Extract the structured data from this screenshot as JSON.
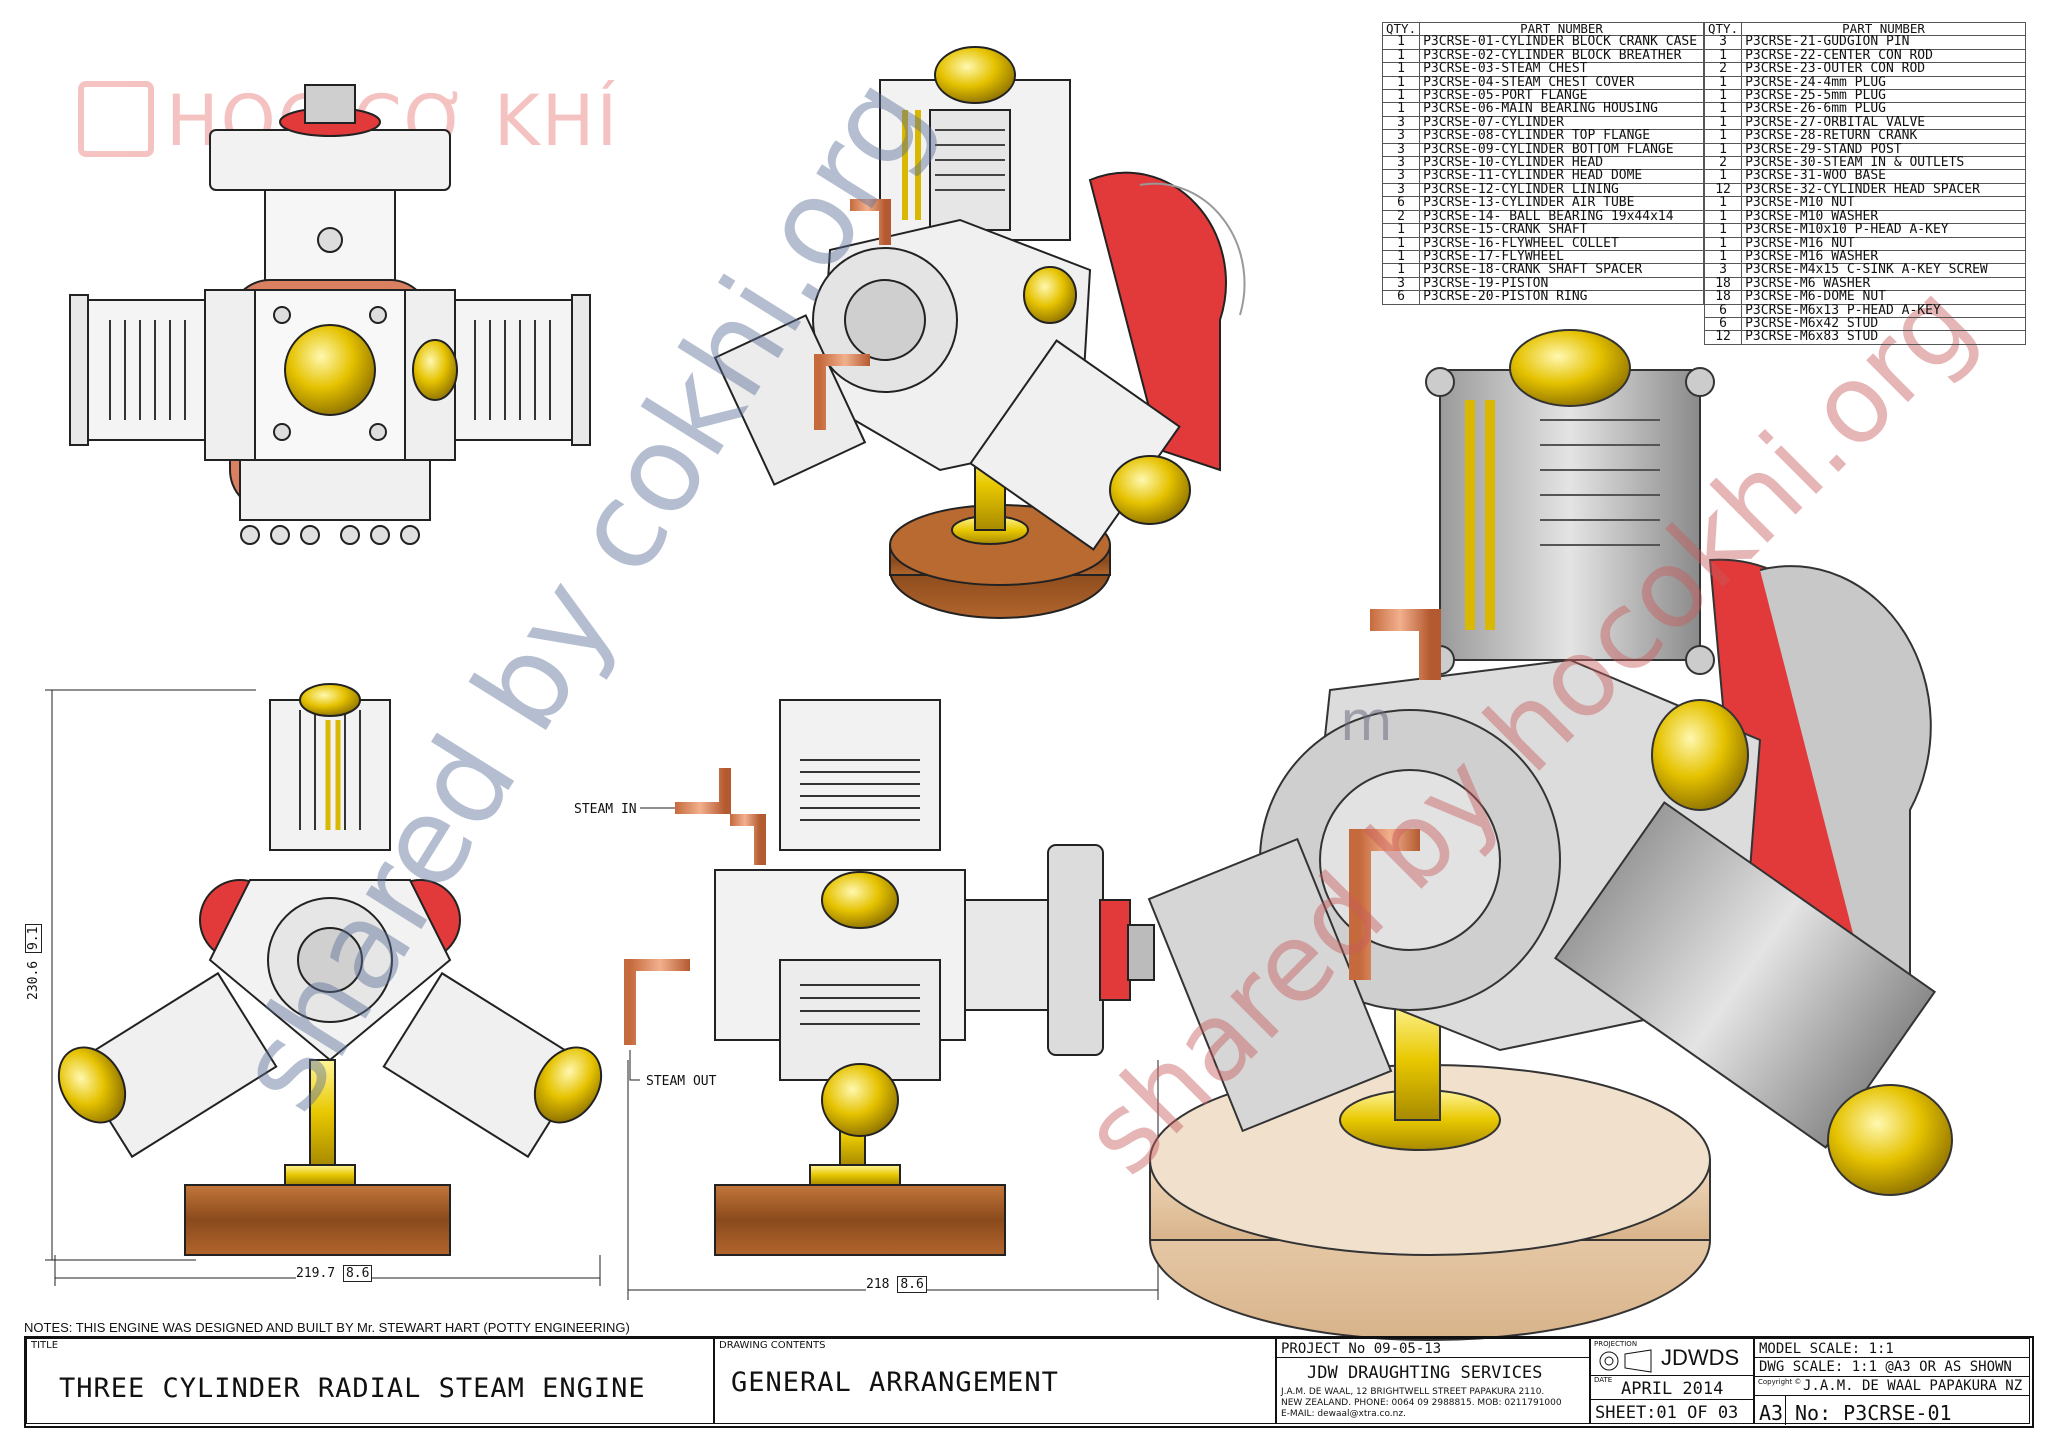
{
  "watermarks": {
    "logo": "HỌC CƠ KHÍ",
    "diagonal_1": "shared by cokhi.org",
    "diagonal_2": "shared by hocokhi.org",
    "fragment": "m"
  },
  "parts_left": {
    "headers": [
      "QTY.",
      "PART NUMBER"
    ],
    "rows": [
      [
        "1",
        "P3CRSE-01-CYLINDER BLOCK CRANK CASE"
      ],
      [
        "1",
        "P3CRSE-02-CYLINDER BLOCK BREATHER"
      ],
      [
        "1",
        "P3CRSE-03-STEAM CHEST"
      ],
      [
        "1",
        "P3CRSE-04-STEAM CHEST COVER"
      ],
      [
        "1",
        "P3CRSE-05-PORT FLANGE"
      ],
      [
        "1",
        "P3CRSE-06-MAIN BEARING HOUSING"
      ],
      [
        "3",
        "P3CRSE-07-CYLINDER"
      ],
      [
        "3",
        "P3CRSE-08-CYLINDER TOP FLANGE"
      ],
      [
        "3",
        "P3CRSE-09-CYLINDER BOTTOM FLANGE"
      ],
      [
        "3",
        "P3CRSE-10-CYLINDER HEAD"
      ],
      [
        "3",
        "P3CRSE-11-CYLINDER HEAD DOME"
      ],
      [
        "3",
        "P3CRSE-12-CYLINDER LINING"
      ],
      [
        "6",
        "P3CRSE-13-CYLINDER AIR TUBE"
      ],
      [
        "2",
        "P3CRSE-14- BALL BEARING 19x44x14"
      ],
      [
        "1",
        "P3CRSE-15-CRANK SHAFT"
      ],
      [
        "1",
        "P3CRSE-16-FLYWHEEL COLLET"
      ],
      [
        "1",
        "P3CRSE-17-FLYWHEEL"
      ],
      [
        "1",
        "P3CRSE-18-CRANK SHAFT SPACER"
      ],
      [
        "3",
        "P3CRSE-19-PISTON"
      ],
      [
        "6",
        "P3CRSE-20-PISTON RING"
      ]
    ]
  },
  "parts_right": {
    "headers": [
      "QTY.",
      "PART NUMBER"
    ],
    "rows": [
      [
        "3",
        "P3CRSE-21-GUDGION PIN"
      ],
      [
        "1",
        "P3CRSE-22-CENTER CON ROD"
      ],
      [
        "2",
        "P3CRSE-23-OUTER CON ROD"
      ],
      [
        "1",
        "P3CRSE-24-4mm PLUG"
      ],
      [
        "1",
        "P3CRSE-25-5mm PLUG"
      ],
      [
        "1",
        "P3CRSE-26-6mm PLUG"
      ],
      [
        "1",
        "P3CRSE-27-ORBITAL VALVE"
      ],
      [
        "1",
        "P3CRSE-28-RETURN CRANK"
      ],
      [
        "1",
        "P3CRSE-29-STAND POST"
      ],
      [
        "2",
        "P3CRSE-30-STEAM IN & OUTLETS"
      ],
      [
        "1",
        "P3CRSE-31-WOO BASE"
      ],
      [
        "12",
        "P3CRSE-32-CYLINDER HEAD SPACER"
      ],
      [
        "1",
        "P3CRSE-M10 NUT"
      ],
      [
        "1",
        "P3CRSE-M10 WASHER"
      ],
      [
        "1",
        "P3CRSE-M10x10 P-HEAD A-KEY"
      ],
      [
        "1",
        "P3CRSE-M16 NUT"
      ],
      [
        "1",
        "P3CRSE-M16 WASHER"
      ],
      [
        "3",
        "P3CRSE-M4x15 C-SINK A-KEY SCREW"
      ],
      [
        "18",
        "P3CRSE-M6 WASHER"
      ],
      [
        "18",
        "P3CRSE-M6-DOME NUT"
      ],
      [
        "6",
        "P3CRSE-M6x13 P-HEAD A-KEY"
      ],
      [
        "6",
        "P3CRSE-M6x42 STUD"
      ],
      [
        "12",
        "P3CRSE-M6x83 STUD"
      ]
    ]
  },
  "callouts": {
    "steam_in": "STEAM IN",
    "steam_out": "STEAM OUT"
  },
  "dimensions": {
    "height_main": "230.6",
    "height_tol": "9.1",
    "width_front": "219.7",
    "width_front_tol": "8.6",
    "width_side": "218",
    "width_side_tol": "8.6"
  },
  "notes": "NOTES: THIS ENGINE WAS DESIGNED AND BUILT BY Mr. STEWART HART (POTTY ENGINEERING)",
  "title_block": {
    "title_label": "TITLE",
    "title": "THREE CYLINDER RADIAL STEAM ENGINE",
    "contents_label": "DRAWING CONTENTS",
    "contents": "GENERAL ARRANGEMENT",
    "project_no": "PROJECT No  09-05-13",
    "company": "JDW DRAUGHTING SERVICES",
    "address_1": "J.A.M. DE WAAL, 12 BRIGHTWELL STREET PAPAKURA 2110.",
    "address_2": "NEW ZEALAND. PHONE: 0064 09 2988815. MOB: 0211791000",
    "email": "E-MAIL: dewaal@xtra.co.nz.",
    "projection_label": "PROJECTION",
    "logo_text": "JDWDS",
    "date_label": "DATE",
    "date": "APRIL 2014",
    "sheet": "SHEET:01 OF 03",
    "model_scale": "MODEL SCALE: 1:1",
    "dwg_scale": "DWG SCALE: 1:1 @A3 OR AS SHOWN",
    "copyright_label": "Copyright ©",
    "copyright": "J.A.M. DE WAAL PAPAKURA NZ",
    "size": "A3",
    "drawing_no": "No: P3CRSE-01"
  }
}
